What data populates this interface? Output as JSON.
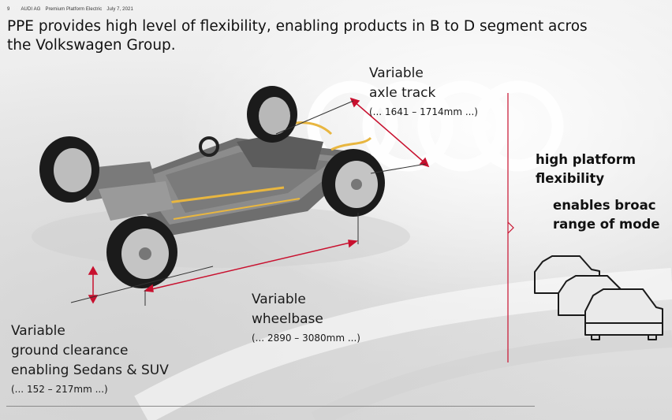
{
  "header": {
    "page_number": "9",
    "company": "AUDI AG",
    "topic": "Premium Platform Electric",
    "date": "July 7, 2021"
  },
  "title": {
    "line1": "PPE provides high level of flexibility, enabling products in B to D segment acros",
    "line2": "the Volkswagen Group."
  },
  "axle_track": {
    "line1": "Variable",
    "line2": "axle track",
    "range": "(... 1641 – 1714mm ...)"
  },
  "wheelbase": {
    "line1": "Variable",
    "line2": "wheelbase",
    "range": "(... 2890 – 3080mm ...)"
  },
  "ground_clearance": {
    "line1": "Variable",
    "line2": "ground clearance",
    "line3": "enabling Sedans & SUV",
    "range": "(... 152 – 217mm ...)"
  },
  "right_panel": {
    "head1": "high platform",
    "head2": "flexibility",
    "sub1": "enables broac",
    "sub2": "range of mode"
  },
  "colors": {
    "accent_red": "#c8102e",
    "text": "#111111"
  },
  "icons": [
    "audi-rings-logo",
    "car-outline-icon",
    "chassis-illustration"
  ]
}
